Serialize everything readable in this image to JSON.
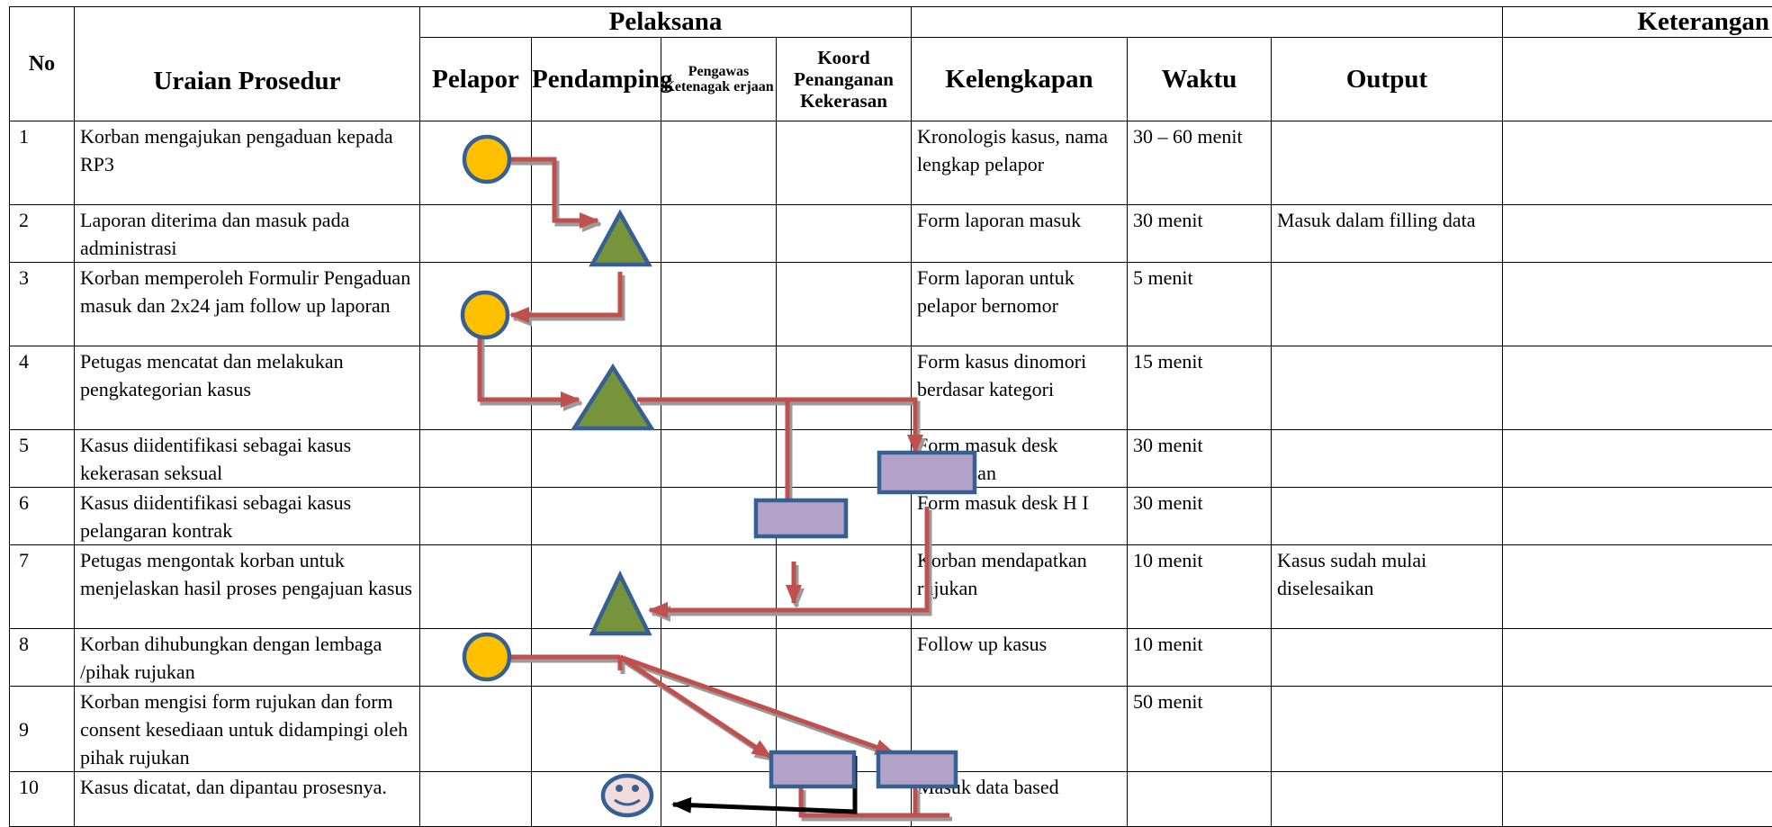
{
  "header": {
    "no": "No",
    "uraian": "Uraian Prosedur",
    "pelaksana": "Pelaksana",
    "pelapor": "Pelapor",
    "pendamping": "Pendamping",
    "pengawas": "Pengawas Ketenagak erjaan",
    "koord": "Koord Penanganan Kekerasan",
    "kelengkapan": "Kelengkapan",
    "waktu": "Waktu",
    "output": "Output",
    "keterangan": "Keterangan"
  },
  "rows": [
    {
      "no": "1",
      "uraian": "Korban mengajukan pengaduan kepada RP3",
      "kelengkapan": "Kronologis kasus, nama lengkap pelapor",
      "waktu": "30 – 60 menit",
      "output": ""
    },
    {
      "no": "2",
      "uraian": "Laporan diterima dan masuk pada administrasi",
      "kelengkapan": "Form laporan masuk",
      "waktu": "30 menit",
      "output": "Masuk dalam filling data"
    },
    {
      "no": "3",
      "uraian": "Korban memperoleh Formulir Pengaduan masuk dan 2x24 jam follow up laporan",
      "kelengkapan": "Form laporan untuk pelapor bernomor",
      "waktu": "5 menit",
      "output": ""
    },
    {
      "no": "4",
      "uraian": "Petugas mencatat dan melakukan pengkategorian kasus",
      "kelengkapan": "Form kasus dinomori berdasar kategori",
      "waktu": "15 menit",
      "output": ""
    },
    {
      "no": "5",
      "uraian": "Kasus diidentifikasi sebagai kasus kekerasan seksual",
      "kelengkapan": "Form masuk desk kekerasan",
      "waktu": "30 menit",
      "output": ""
    },
    {
      "no": "6",
      "uraian": "Kasus diidentifikasi sebagai kasus pelangaran kontrak",
      "kelengkapan": "Form masuk desk H I",
      "waktu": "30 menit",
      "output": ""
    },
    {
      "no": "7",
      "uraian": "Petugas mengontak korban untuk menjelaskan hasil proses pengajuan kasus",
      "kelengkapan": "Korban mendapatkan rujukan",
      "waktu": "10 menit",
      "output": "Kasus sudah mulai diselesaikan"
    },
    {
      "no": "8",
      "uraian": "Korban dihubungkan dengan lembaga /pihak rujukan",
      "kelengkapan": "Follow up kasus",
      "waktu": "10 menit",
      "output": ""
    },
    {
      "no": "9",
      "uraian": "Korban mengisi form rujukan dan form consent kesediaan untuk didampingi oleh pihak rujukan",
      "kelengkapan": "",
      "waktu": "50 menit",
      "output": ""
    },
    {
      "no": "10",
      "uraian": "Kasus dicatat, dan dipantau prosesnya.",
      "kelengkapan": "Masuk data based",
      "waktu": "",
      "output": ""
    }
  ],
  "colors": {
    "circle_fill": "#FFC000",
    "triangle_fill": "#77933C",
    "rect_fill": "#B3A2C7",
    "shape_border": "#376092",
    "arrow": "#C0504D",
    "arrow_shadow": "#9A9A9A",
    "face_fill": "#F2DCDB",
    "face_arrow": "#000000"
  },
  "flow_shapes": [
    {
      "kind": "circle",
      "name": "start-circle",
      "column": "pelapor",
      "step": "1"
    },
    {
      "kind": "triangle",
      "name": "process-triangle",
      "column": "pendamping",
      "step": "2"
    },
    {
      "kind": "circle",
      "name": "start-circle",
      "column": "pelapor",
      "step": "3"
    },
    {
      "kind": "triangle",
      "name": "process-triangle",
      "column": "pendamping",
      "step": "4"
    },
    {
      "kind": "rect",
      "name": "process-rect",
      "column": "koord",
      "step": "5"
    },
    {
      "kind": "rect",
      "name": "process-rect",
      "column": "pengawas",
      "step": "6"
    },
    {
      "kind": "triangle",
      "name": "process-triangle",
      "column": "pendamping",
      "step": "7"
    },
    {
      "kind": "circle",
      "name": "start-circle",
      "column": "pelapor",
      "step": "8"
    },
    {
      "kind": "rect",
      "name": "process-rect",
      "column": "pengawas",
      "step": "9"
    },
    {
      "kind": "rect",
      "name": "process-rect",
      "column": "koord",
      "step": "9"
    },
    {
      "kind": "smiley",
      "name": "smiley-face-icon",
      "column": "pendamping",
      "step": "10"
    }
  ]
}
